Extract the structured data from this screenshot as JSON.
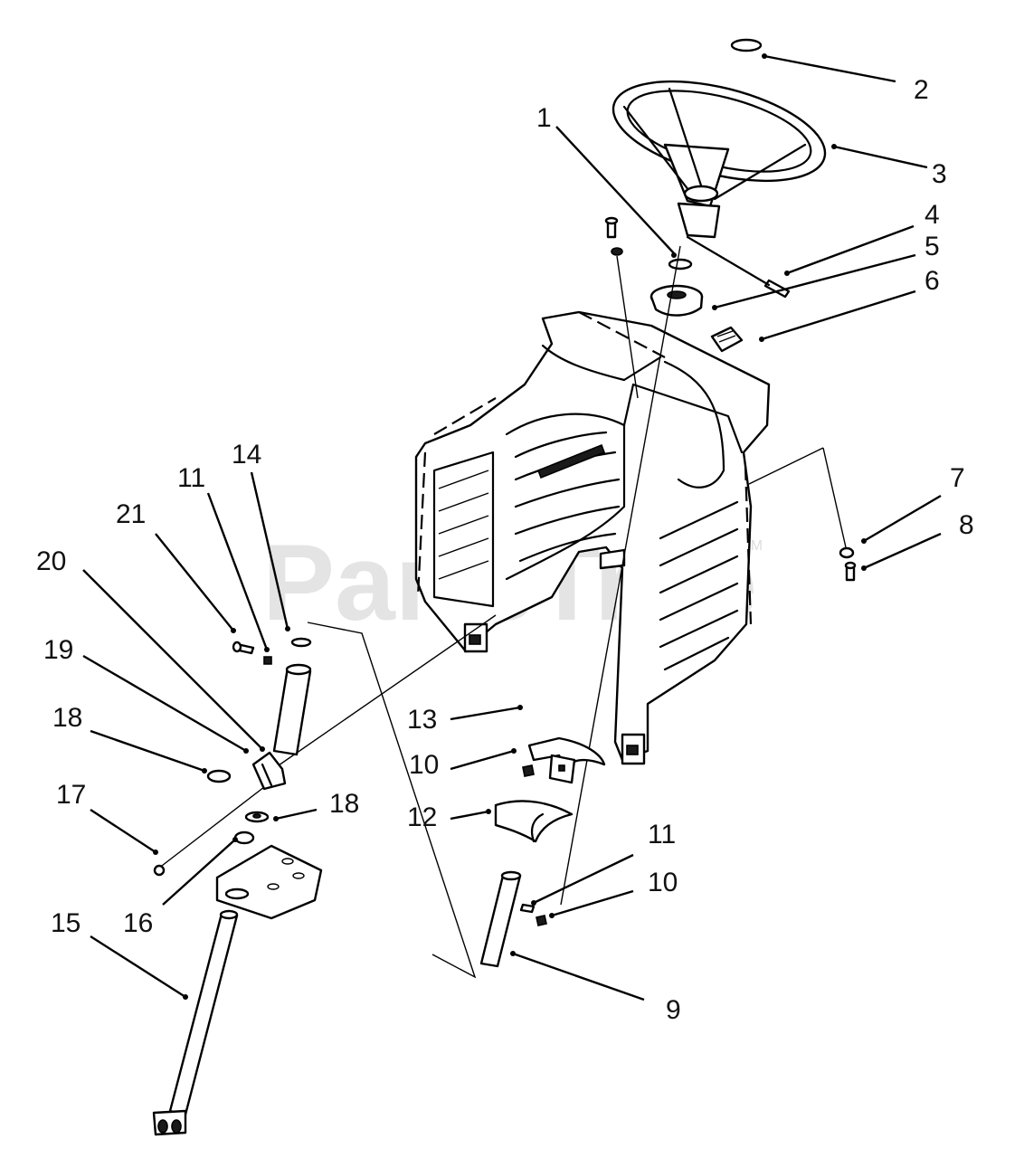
{
  "watermark": {
    "text": "PartsTree",
    "tm": "TM"
  },
  "callouts": [
    {
      "id": "c1",
      "label": "1"
    },
    {
      "id": "c2",
      "label": "2"
    },
    {
      "id": "c3",
      "label": "3"
    },
    {
      "id": "c4",
      "label": "4"
    },
    {
      "id": "c5",
      "label": "5"
    },
    {
      "id": "c6",
      "label": "6"
    },
    {
      "id": "c7",
      "label": "7"
    },
    {
      "id": "c8",
      "label": "8"
    },
    {
      "id": "c9",
      "label": "9"
    },
    {
      "id": "c10a",
      "label": "10"
    },
    {
      "id": "c10b",
      "label": "10"
    },
    {
      "id": "c11a",
      "label": "11"
    },
    {
      "id": "c11b",
      "label": "11"
    },
    {
      "id": "c12",
      "label": "12"
    },
    {
      "id": "c13",
      "label": "13"
    },
    {
      "id": "c14",
      "label": "14"
    },
    {
      "id": "c15",
      "label": "15"
    },
    {
      "id": "c16",
      "label": "16"
    },
    {
      "id": "c17",
      "label": "17"
    },
    {
      "id": "c18a",
      "label": "18"
    },
    {
      "id": "c18b",
      "label": "18"
    },
    {
      "id": "c19",
      "label": "19"
    },
    {
      "id": "c20",
      "label": "20"
    },
    {
      "id": "c21",
      "label": "21"
    }
  ]
}
